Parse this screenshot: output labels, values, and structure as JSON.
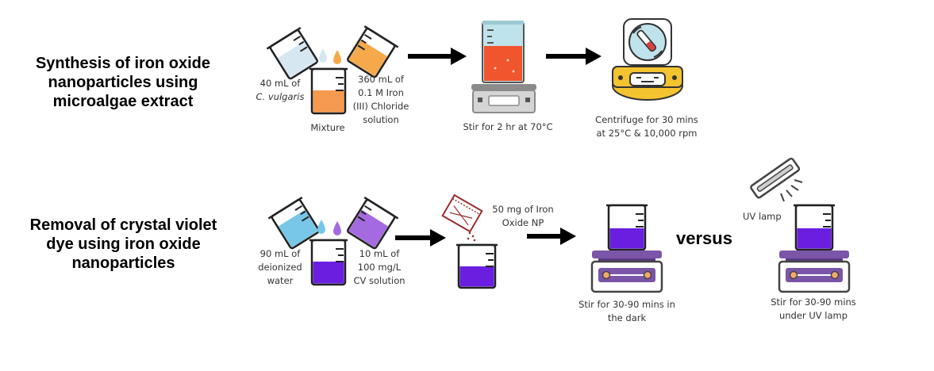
{
  "rows": [
    {
      "title_line1": "Synthesis of iron oxide",
      "title_line2": "nanoparticles using",
      "title_line3": "microalgae extract"
    },
    {
      "title_line1": "Removal of crystal violet",
      "title_line2": "dye using iron oxide",
      "title_line3": "nanoparticles"
    }
  ],
  "synthesis": {
    "algae_line1": "40 mL of",
    "algae_line2": "C. vulgaris",
    "iron_line1": "360 mL of",
    "iron_line2": "0.1 M Iron",
    "iron_line3": "(III) Chloride",
    "iron_line4": "solution",
    "mixture": "Mixture",
    "stir": "Stir for 2 hr at 70°C",
    "centrifuge_line1": "Centrifuge for 30 mins",
    "centrifuge_line2": "at 25°C & 10,000 rpm"
  },
  "removal": {
    "water_line1": "90 mL of",
    "water_line2": "deionized",
    "water_line3": "water",
    "cv_line1": "10 mL of",
    "cv_line2": "100 mg/L",
    "cv_line3": "CV solution",
    "np_line1": "50 mg of Iron",
    "np_line2": "Oxide NP",
    "dark_line1": "Stir for 30-90 mins in",
    "dark_line2": "the dark",
    "versus": "versus",
    "uv_lamp": "UV lamp",
    "uv_line1": "Stir for 30-90 mins",
    "uv_line2": "under UV lamp"
  },
  "colors": {
    "algae_liquid": "#d6e7f2",
    "iron_liquid": "#f6a94a",
    "mixture_liquid": "#f59a4e",
    "heated_liquid": "#f0552d",
    "water_liquid": "#78c6e8",
    "cv_liquid": "#a46be0",
    "dark_purple": "#6a1fe0",
    "plate_purple": "#7a55a8",
    "centrifuge_yellow": "#f4c430",
    "arrow": "#000000"
  }
}
